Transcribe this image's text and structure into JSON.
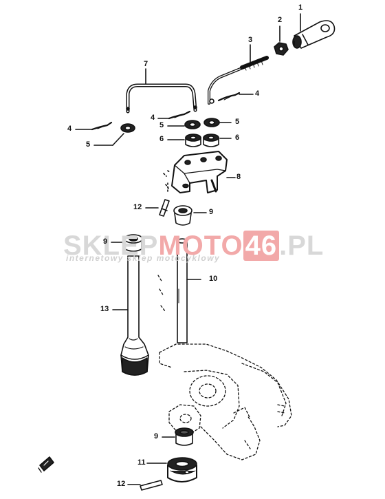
{
  "watermark": {
    "part1": "SKLEP",
    "part2": "MOTO",
    "part3": "46",
    "part4": ".PL",
    "tagline": "internetowy sklep motocyklowy"
  },
  "callouts": [
    {
      "id": "c1",
      "text": "1"
    },
    {
      "id": "c2",
      "text": "2"
    },
    {
      "id": "c3",
      "text": "3"
    },
    {
      "id": "c4a",
      "text": "4"
    },
    {
      "id": "c7",
      "text": "7"
    },
    {
      "id": "c4b",
      "text": "4"
    },
    {
      "id": "c4c",
      "text": "4"
    },
    {
      "id": "c5a",
      "text": "5"
    },
    {
      "id": "c5b",
      "text": "5"
    },
    {
      "id": "c5c",
      "text": "5"
    },
    {
      "id": "c6a",
      "text": "6"
    },
    {
      "id": "c6b",
      "text": "6"
    },
    {
      "id": "c8",
      "text": "8"
    },
    {
      "id": "c12a",
      "text": "12"
    },
    {
      "id": "c9a",
      "text": "9"
    },
    {
      "id": "c9b",
      "text": "9"
    },
    {
      "id": "c10",
      "text": "10"
    },
    {
      "id": "c13",
      "text": "13"
    },
    {
      "id": "c9c",
      "text": "9"
    },
    {
      "id": "c11",
      "text": "11"
    },
    {
      "id": "c12b",
      "text": "12"
    }
  ]
}
